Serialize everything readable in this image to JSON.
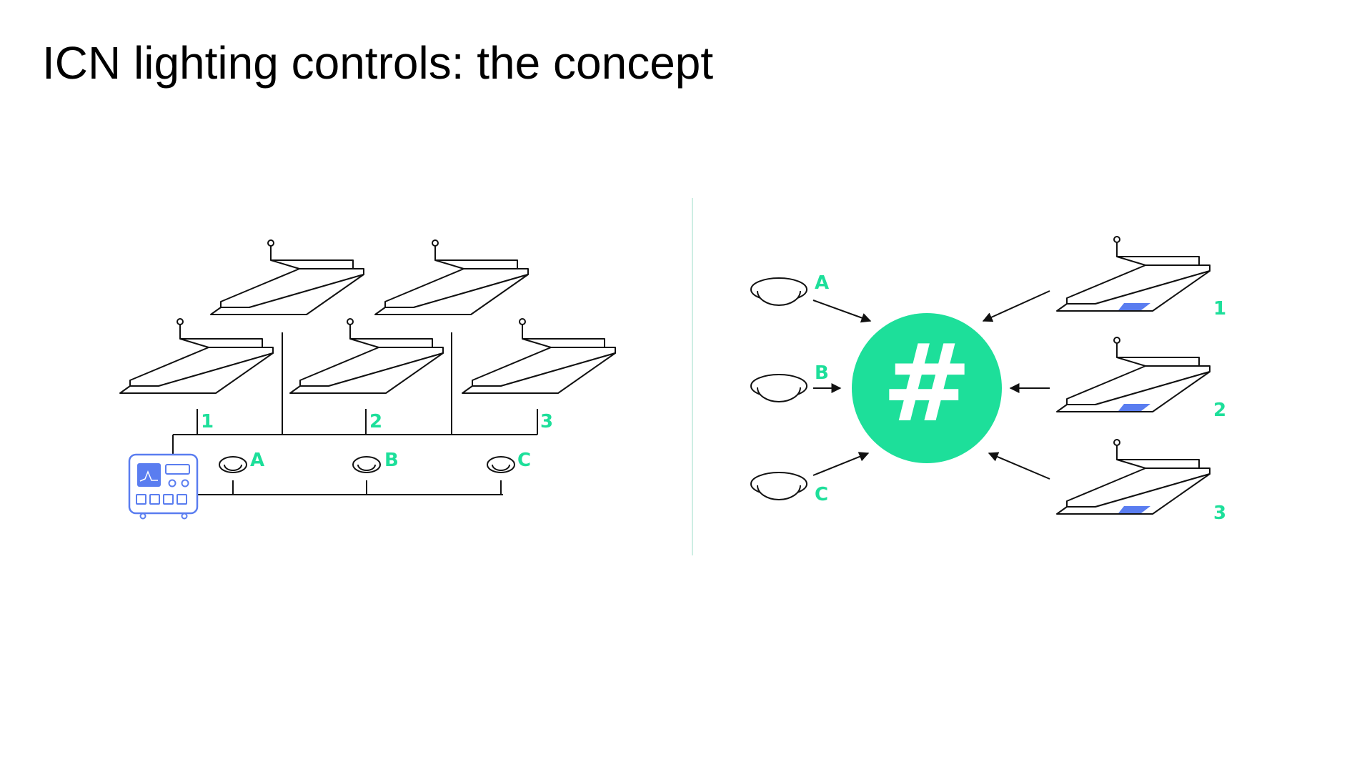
{
  "slide": {
    "title": "ICN lighting controls: the concept"
  },
  "colors": {
    "accent": "#1ddf9a",
    "controller": "#5a7df0",
    "divider": "#cdeee3",
    "line": "#111111"
  },
  "left_diagram": {
    "zone_labels": [
      "1",
      "2",
      "3"
    ],
    "sensor_labels": [
      "A",
      "B",
      "C"
    ],
    "controller_icon": "central-controller-icon"
  },
  "right_diagram": {
    "hub_symbol": "#",
    "sensor_labels": [
      "A",
      "B",
      "C"
    ],
    "luminaire_labels": [
      "1",
      "2",
      "3"
    ]
  }
}
